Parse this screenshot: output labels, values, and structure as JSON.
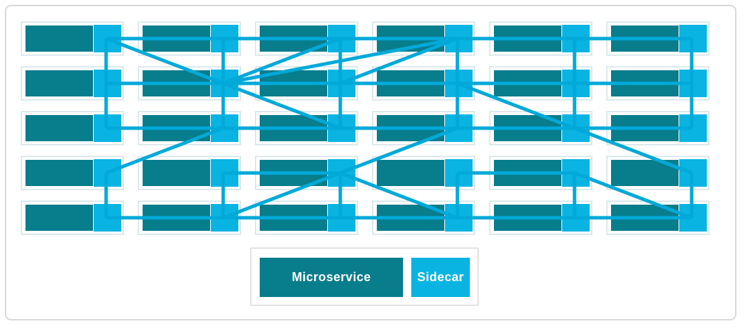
{
  "legend": {
    "items": [
      {
        "label": "Microservice",
        "type": "microservice"
      },
      {
        "label": "Sidecar",
        "type": "sidecar"
      }
    ]
  },
  "diagram": {
    "columns": 6,
    "rows": 5,
    "node_parts": [
      "microservice",
      "sidecar"
    ],
    "connections": [
      [
        1,
        1,
        2,
        1
      ],
      [
        2,
        1,
        3,
        1
      ],
      [
        3,
        1,
        4,
        1
      ],
      [
        4,
        1,
        5,
        1
      ],
      [
        5,
        1,
        6,
        1
      ],
      [
        1,
        2,
        2,
        2
      ],
      [
        2,
        2,
        3,
        2
      ],
      [
        3,
        2,
        4,
        2
      ],
      [
        4,
        2,
        5,
        2
      ],
      [
        5,
        2,
        6,
        2
      ],
      [
        1,
        3,
        2,
        3
      ],
      [
        2,
        3,
        3,
        3
      ],
      [
        3,
        3,
        4,
        3
      ],
      [
        4,
        3,
        5,
        3
      ],
      [
        5,
        3,
        6,
        3
      ],
      [
        2,
        4,
        3,
        4
      ],
      [
        4,
        4,
        5,
        4
      ],
      [
        1,
        5,
        2,
        5
      ],
      [
        2,
        5,
        3,
        5
      ],
      [
        3,
        5,
        4,
        5
      ],
      [
        4,
        5,
        5,
        5
      ],
      [
        5,
        5,
        6,
        5
      ],
      [
        1,
        1,
        1,
        2
      ],
      [
        1,
        2,
        1,
        3
      ],
      [
        1,
        4,
        1,
        5
      ],
      [
        2,
        1,
        2,
        2
      ],
      [
        2,
        2,
        2,
        3
      ],
      [
        2,
        4,
        2,
        5
      ],
      [
        3,
        1,
        3,
        2
      ],
      [
        3,
        2,
        3,
        3
      ],
      [
        3,
        4,
        3,
        5
      ],
      [
        4,
        1,
        4,
        2
      ],
      [
        4,
        2,
        4,
        3
      ],
      [
        4,
        4,
        4,
        5
      ],
      [
        5,
        1,
        5,
        2
      ],
      [
        5,
        2,
        5,
        3
      ],
      [
        5,
        4,
        5,
        5
      ],
      [
        6,
        1,
        6,
        2
      ],
      [
        6,
        2,
        6,
        3
      ],
      [
        6,
        4,
        6,
        5
      ],
      [
        1,
        1,
        2,
        2
      ],
      [
        2,
        2,
        3,
        1
      ],
      [
        2,
        2,
        4,
        1
      ],
      [
        3,
        2,
        4,
        1
      ],
      [
        2,
        2,
        3,
        3
      ],
      [
        2,
        3,
        1,
        4
      ],
      [
        4,
        2,
        5,
        3
      ],
      [
        2,
        5,
        4,
        3
      ],
      [
        3,
        4,
        4,
        5
      ],
      [
        5,
        3,
        6,
        4
      ],
      [
        5,
        4,
        6,
        5
      ]
    ]
  },
  "colors": {
    "microservice": "#087d8c",
    "sidecar": "#09b4e2",
    "connection": "#00a9d8",
    "node_border": "#dbe9ec"
  }
}
